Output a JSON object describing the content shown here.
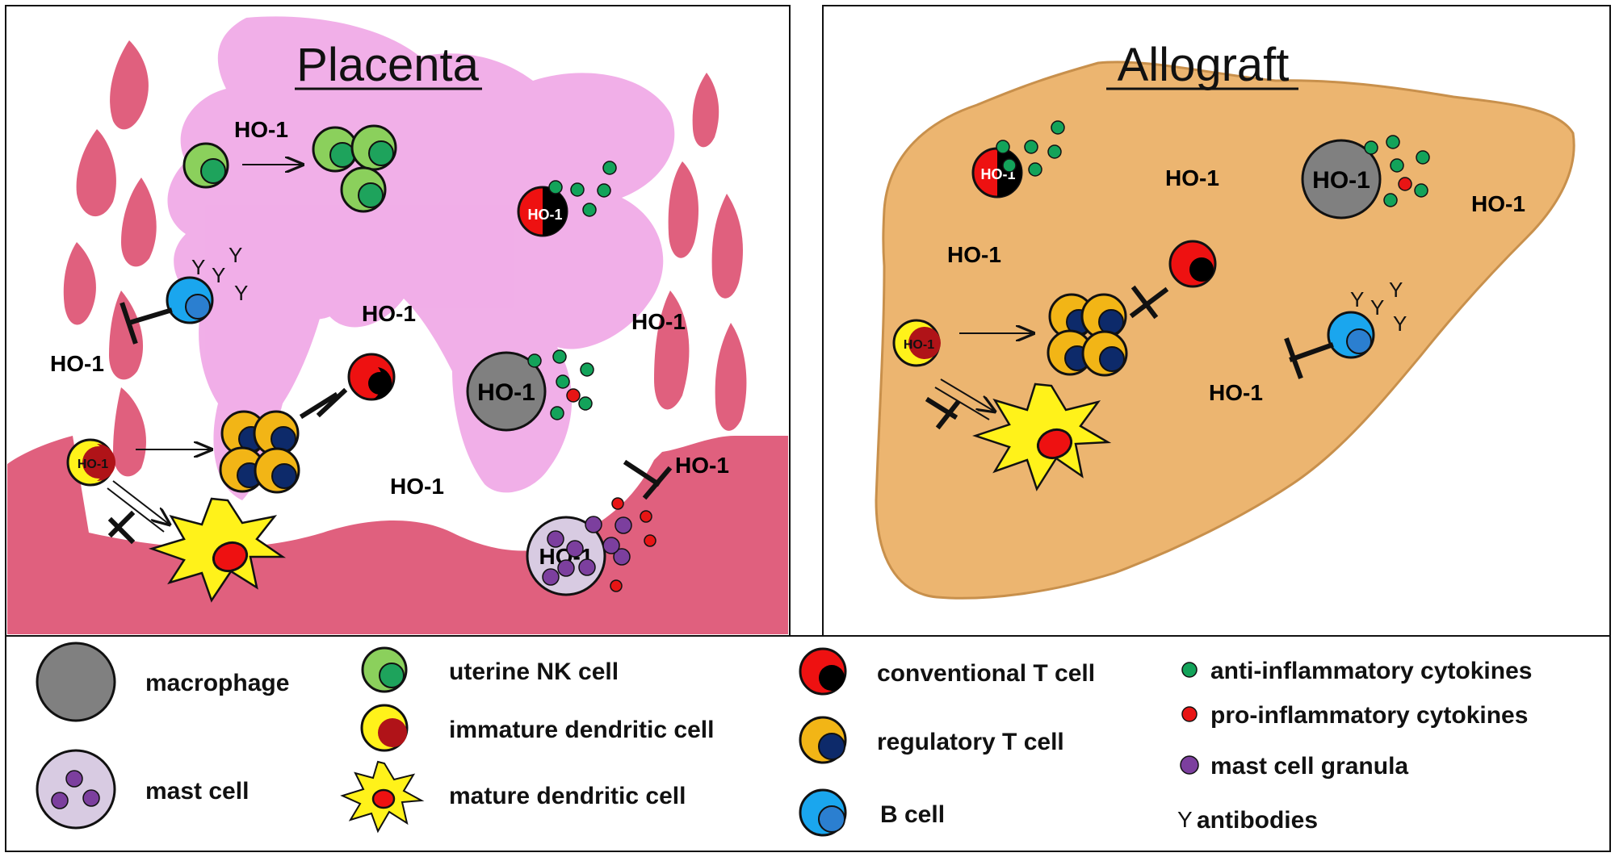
{
  "panels": {
    "left_title": "Placenta",
    "right_title": "Allograft",
    "ho1_label": "HO-1",
    "antibody_glyph": "Y"
  },
  "legend": {
    "macrophage": "macrophage",
    "mast_cell": "mast cell",
    "uterine_nk": "uterine NK cell",
    "immature_dc": "immature dendritic cell",
    "mature_dc": "mature dendritic cell",
    "conventional_t": "conventional T cell",
    "regulatory_t": "regulatory T cell",
    "b_cell": "B cell",
    "anti_cytokines": "anti-inflammatory cytokines",
    "pro_cytokines": "pro-inflammatory cytokines",
    "mast_granula": "mast cell granula",
    "antibodies": "antibodies"
  },
  "colors": {
    "placenta_villi": "#f0a6e6",
    "placenta_tissue": "#e0607e",
    "allograft": "#ecb570",
    "nk_outer": "#8bd05c",
    "nk_inner": "#1ea35c",
    "conv_t_outer": "#ee1111",
    "conv_t_inner": "#000000",
    "treg_outer": "#f2b516",
    "treg_inner": "#0d2a6a",
    "b_outer": "#1aa6ee",
    "b_inner": "#2b7fd0",
    "dc_outer": "#fff21a",
    "dc_inner": "#b01318",
    "macrophage": "#808080",
    "mast": "#d8cbe2",
    "granula": "#7c3f9e",
    "anti_cyt": "#13a35a",
    "pro_cyt": "#e81515"
  }
}
